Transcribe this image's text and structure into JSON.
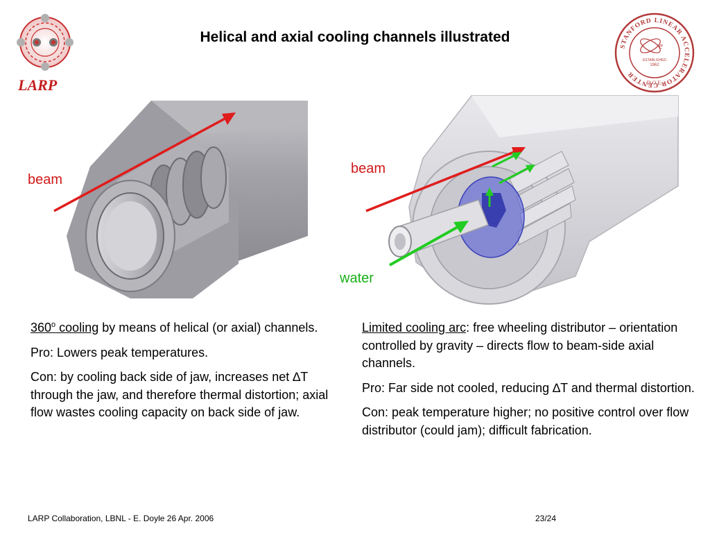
{
  "title": "Helical and axial cooling channels illustrated",
  "logo": {
    "text": "LARP",
    "icon": "larp-quadrupole-logo"
  },
  "seal": {
    "ring_text": "STANFORD LINEAR ACCELERATOR CENTER",
    "established": "ESTABLISHED",
    "year": "1962",
    "doe": "D.O.E.",
    "icon": "slac-seal"
  },
  "figures": {
    "left": {
      "beam_label": "beam"
    },
    "right": {
      "beam_label": "beam",
      "water_label": "water"
    }
  },
  "left_column": {
    "p1_underlined_a": "360",
    "p1_sup": "o",
    "p1_underlined_b": " cooling",
    "p1_rest": " by means of helical (or axial) channels.",
    "p2": "Pro: Lowers peak temperatures.",
    "p3_a": "Con: by cooling back side of jaw, increases net ",
    "p3_delta": "∆",
    "p3_b": "T through the jaw, and therefore thermal distortion; axial flow wastes cooling capacity on back side of jaw."
  },
  "right_column": {
    "p1_underlined": "Limited cooling arc",
    "p1_rest": ": free wheeling distributor – orientation controlled by gravity – directs flow to beam-side axial channels.",
    "p2_a": "Pro: Far side not cooled, reducing ",
    "p2_delta": "∆",
    "p2_b": "T and thermal distortion.",
    "p3": "Con: peak temperature higher; no positive control over flow distributor (could jam); difficult fabrication."
  },
  "footer": {
    "left": "LARP Collaboration, LBNL  -  E. Doyle 26 Apr. 2006",
    "page": "23/24"
  },
  "colors": {
    "beam_arrow": "#e01c1c",
    "water_arrow": "#22cc22",
    "distributor": "#4f55d8",
    "seal": "#b33a3a"
  }
}
